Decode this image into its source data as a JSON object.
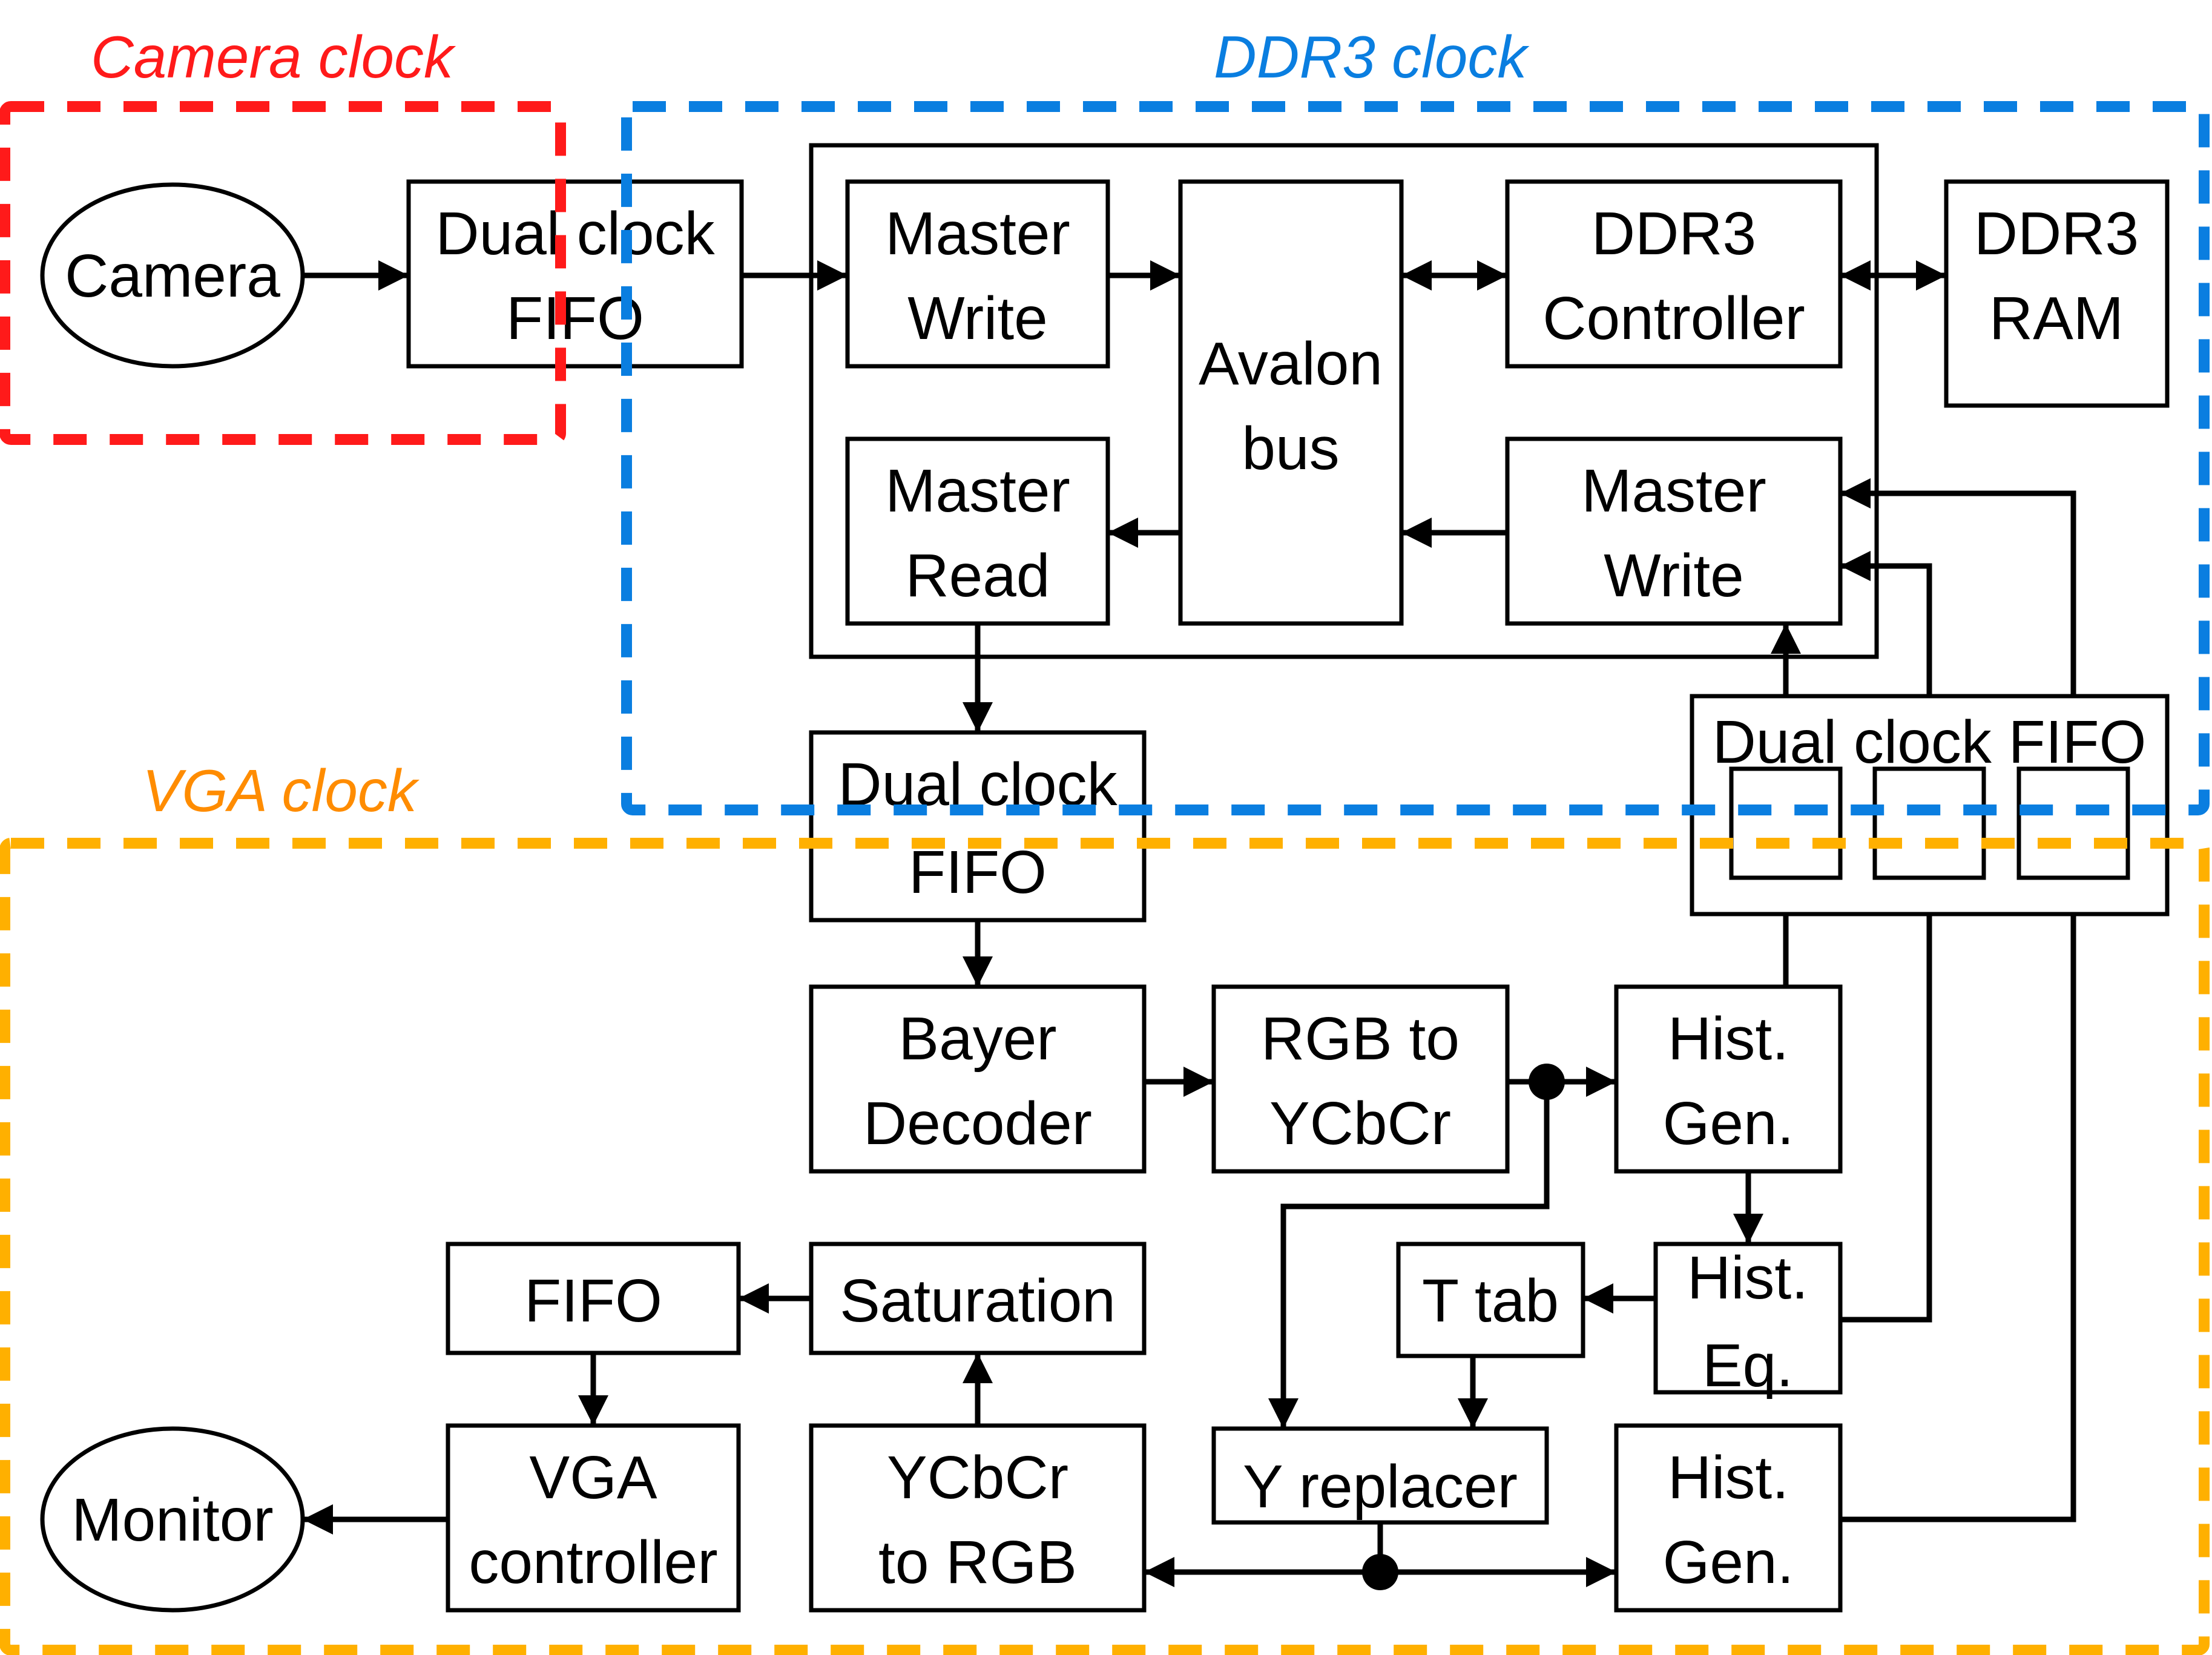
{
  "colors": {
    "camera_clock": "#ff1a1a",
    "ddr3_clock": "#0a7ee0",
    "vga_clock": "#ffb000",
    "vga_label": "#ff8c00"
  },
  "regions": {
    "camera": "Camera clock",
    "ddr3": "DDR3 clock",
    "vga": "VGA clock"
  },
  "blocks": {
    "camera": "Camera",
    "fifo_cam_1": "Dual clock",
    "fifo_cam_2": "FIFO",
    "mw_top_1": "Master",
    "mw_top_2": "Write",
    "avalon_1": "Avalon",
    "avalon_2": "bus",
    "ddr3_ctrl_1": "DDR3",
    "ddr3_ctrl_2": "Controller",
    "ddr3_ram_1": "DDR3",
    "ddr3_ram_2": "RAM",
    "mr_1": "Master",
    "mr_2": "Read",
    "mw_bot_1": "Master",
    "mw_bot_2": "Write",
    "fifo_vga_1": "Dual clock",
    "fifo_vga_2": "FIFO",
    "fifo_right": "Dual clock FIFO",
    "bayer_1": "Bayer",
    "bayer_2": "Decoder",
    "rgb2y_1": "RGB to",
    "rgb2y_2": "YCbCr",
    "histgen1_1": "Hist.",
    "histgen1_2": "Gen.",
    "histeq_1": "Hist.",
    "histeq_2": "Eq.",
    "ttab": "T tab",
    "yrep": "Y replacer",
    "histgen2_1": "Hist.",
    "histgen2_2": "Gen.",
    "sat": "Saturation",
    "fifo_out": "FIFO",
    "vga_1": "VGA",
    "vga_2": "controller",
    "y2rgb_1": "YCbCr",
    "y2rgb_2": "to RGB",
    "monitor": "Monitor"
  }
}
